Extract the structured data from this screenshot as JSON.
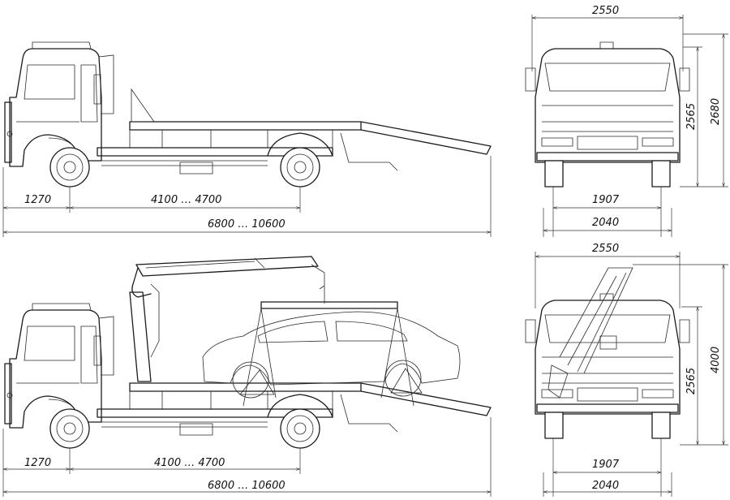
{
  "top_view": {
    "side_dims": {
      "front_overhang": "1270",
      "wheelbase": "4100 … 4700",
      "overall_length": "6800 … 10600"
    },
    "front_dims": {
      "overall_width": "2550",
      "cab_height": "2565",
      "overall_height": "2680",
      "front_track": "1907",
      "rear_track": "2040"
    }
  },
  "bottom_view": {
    "side_dims": {
      "front_overhang": "1270",
      "wheelbase": "4100 … 4700",
      "overall_length": "6800 … 10600"
    },
    "front_dims": {
      "overall_width": "2550",
      "cab_height": "2565",
      "overall_height": "4000",
      "front_track": "1907",
      "rear_track": "2040"
    }
  }
}
